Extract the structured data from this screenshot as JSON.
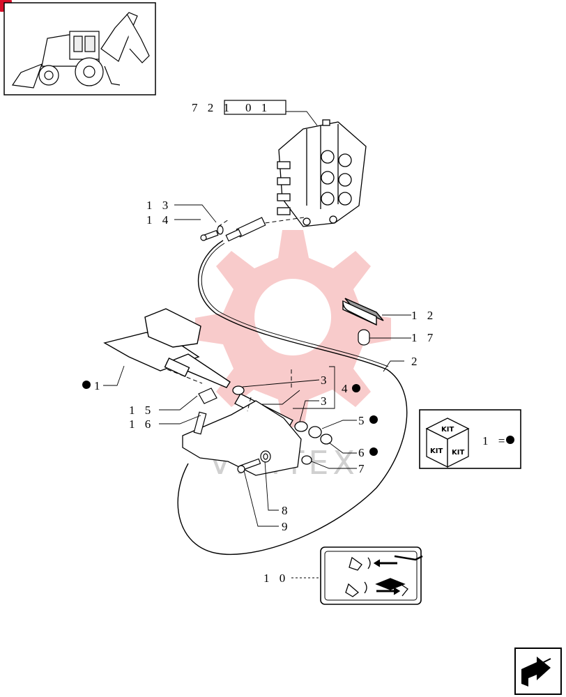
{
  "callouts": {
    "ref_prefix": "7 2 1",
    "ref_box": "0 1",
    "c13": "1 3",
    "c14": "1 4",
    "c12": "1 2",
    "c17": "1 7",
    "c2": "2",
    "c1": "1",
    "c3a": "3",
    "c4": "4",
    "c3b": "3",
    "c15": "1 5",
    "c16": "1 6",
    "c5": "5",
    "c6": "6",
    "c7": "7",
    "c8": "8",
    "c9": "9",
    "c10": "1 0"
  },
  "kit_legend": {
    "face_top": "KIT",
    "face_left": "KIT",
    "face_right": "KIT",
    "equation": "1 ="
  },
  "watermark": "VILITEX",
  "colors": {
    "badge": "#d8102a",
    "watermark": "#f2a0a0",
    "line": "#000000"
  },
  "icons": [
    "backhoe-loader-thumbnail",
    "kit-cube-icon",
    "next-page-arrow-icon",
    "decal-control-icons"
  ]
}
